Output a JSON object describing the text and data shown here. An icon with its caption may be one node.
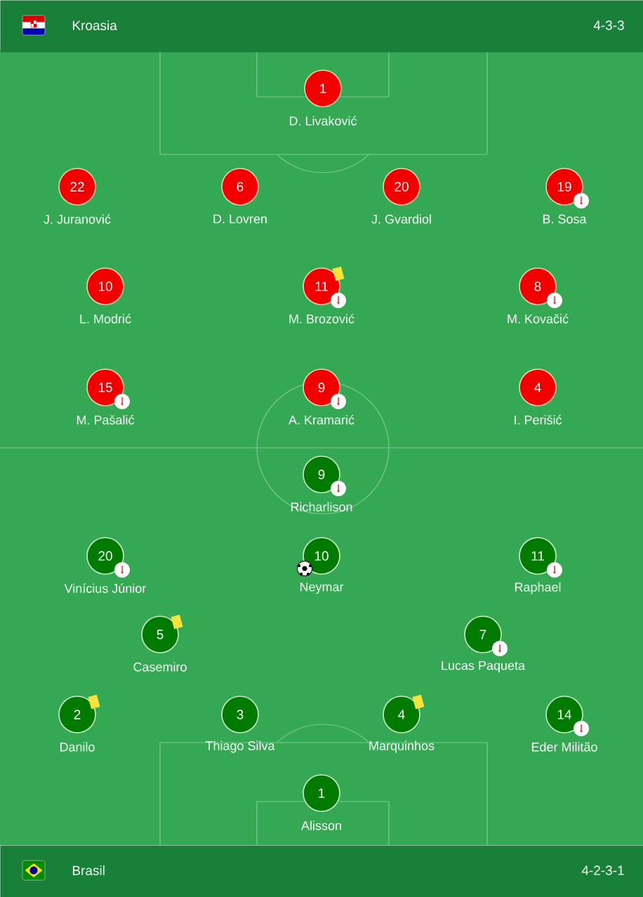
{
  "diagram": {
    "nodes": [
      {
        "text": [
          "Kroasia",
          "4-3-3"
        ]
      },
      {
        "text": [
          "1"
        ],
        "beside": [
          "D. Livaković"
        ]
      },
      {
        "text": [
          "22"
        ],
        "beside": [
          "J. Juranović"
        ]
      },
      {
        "text": [
          "6"
        ],
        "beside": [
          "D. Lovren"
        ]
      },
      {
        "text": [
          "20"
        ],
        "beside": [
          "J. Gvardiol"
        ]
      },
      {
        "text": [
          "19"
        ],
        "beside": [
          "B. Sosa"
        ]
      },
      {
        "text": [
          "10"
        ],
        "beside": [
          "L. Modrić"
        ]
      },
      {
        "text": [
          "11"
        ],
        "beside": [
          "M. Brozović"
        ]
      },
      {
        "text": [
          "8"
        ],
        "beside": [
          "M. Kovačić"
        ]
      },
      {
        "text": [
          "15"
        ],
        "beside": [
          "M. Pašalić"
        ]
      },
      {
        "text": [
          "9"
        ],
        "beside": [
          "A. Kramarić"
        ]
      },
      {
        "text": [
          "4"
        ],
        "beside": [
          "I. Perišić"
        ]
      },
      {
        "text": [
          "9"
        ],
        "beside": [
          "Richarlison"
        ]
      },
      {
        "text": [
          "20"
        ],
        "beside": [
          "Vinícius Júnior"
        ]
      },
      {
        "text": [
          "10"
        ],
        "beside": [
          "Neymar"
        ]
      },
      {
        "text": [
          "11"
        ],
        "beside": [
          "Raphael"
        ]
      },
      {
        "text": [
          "5"
        ],
        "beside": [
          "Casemiro"
        ]
      },
      {
        "text": [
          "7"
        ],
        "beside": [
          "Lucas Paqueta"
        ]
      },
      {
        "text": [
          "2"
        ],
        "beside": [
          "Danilo"
        ]
      },
      {
        "text": [
          "3"
        ],
        "beside": [
          "Thiago Silva"
        ]
      },
      {
        "text": [
          "4"
        ],
        "beside": [
          "Marquinhos"
        ]
      },
      {
        "text": [
          "14"
        ],
        "beside": [
          "Eder Militão"
        ]
      },
      {
        "text": [
          "1"
        ],
        "beside": [
          "Alisson"
        ]
      },
      {
        "text": [
          "Brasil",
          "4-2-3-1"
        ]
      }
    ]
  }
}
